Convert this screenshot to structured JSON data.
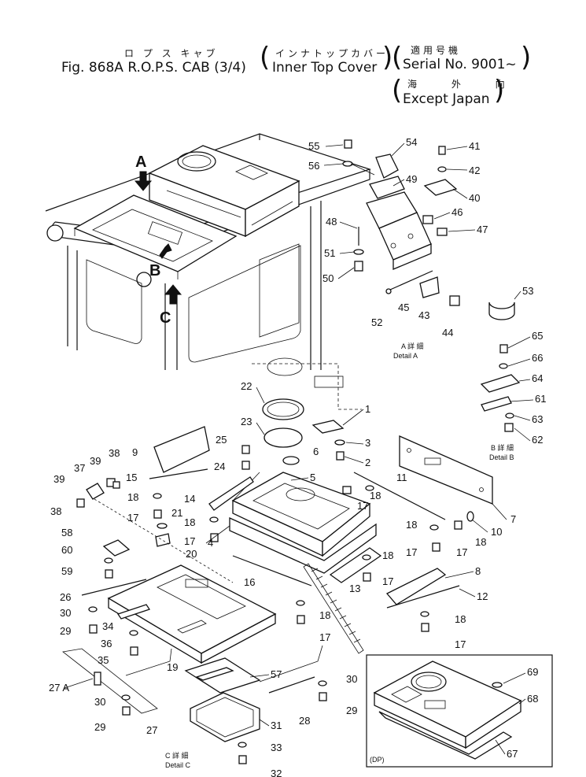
{
  "header": {
    "title_jp": "ロ プ ス キャブ",
    "title": "Fig. 868A R.O.P.S. CAB (3/4)",
    "subtitle_jp": "インナトップカバー",
    "subtitle": "Inner Top Cover",
    "serial_jp": "適用号機",
    "serial": "Serial No. 9001~",
    "except_jp": "海 外 向",
    "except": "Except Japan"
  },
  "view_letters": [
    "A",
    "B",
    "C"
  ],
  "details": {
    "a_jp": "A 詳 細",
    "a": "Detail A",
    "b_jp": "B 詳 細",
    "b": "Detail B",
    "c_jp": "C 詳 細",
    "c": "Detail C",
    "dp": "(DP)"
  },
  "callouts": [
    "55",
    "56",
    "54",
    "41",
    "42",
    "40",
    "49",
    "48",
    "46",
    "47",
    "51",
    "50",
    "45",
    "43",
    "52",
    "44",
    "53",
    "65",
    "66",
    "64",
    "61",
    "63",
    "62",
    "22",
    "1",
    "23",
    "3",
    "2",
    "25",
    "6",
    "24",
    "5",
    "9",
    "39",
    "38",
    "37",
    "15",
    "11",
    "7",
    "10",
    "18",
    "17",
    "14",
    "21",
    "4",
    "20",
    "58",
    "60",
    "59",
    "16",
    "13",
    "8",
    "12",
    "26",
    "30",
    "29",
    "34",
    "36",
    "35",
    "19",
    "57",
    "27 A",
    "27",
    "28",
    "31",
    "33",
    "32",
    "69",
    "68",
    "67"
  ]
}
